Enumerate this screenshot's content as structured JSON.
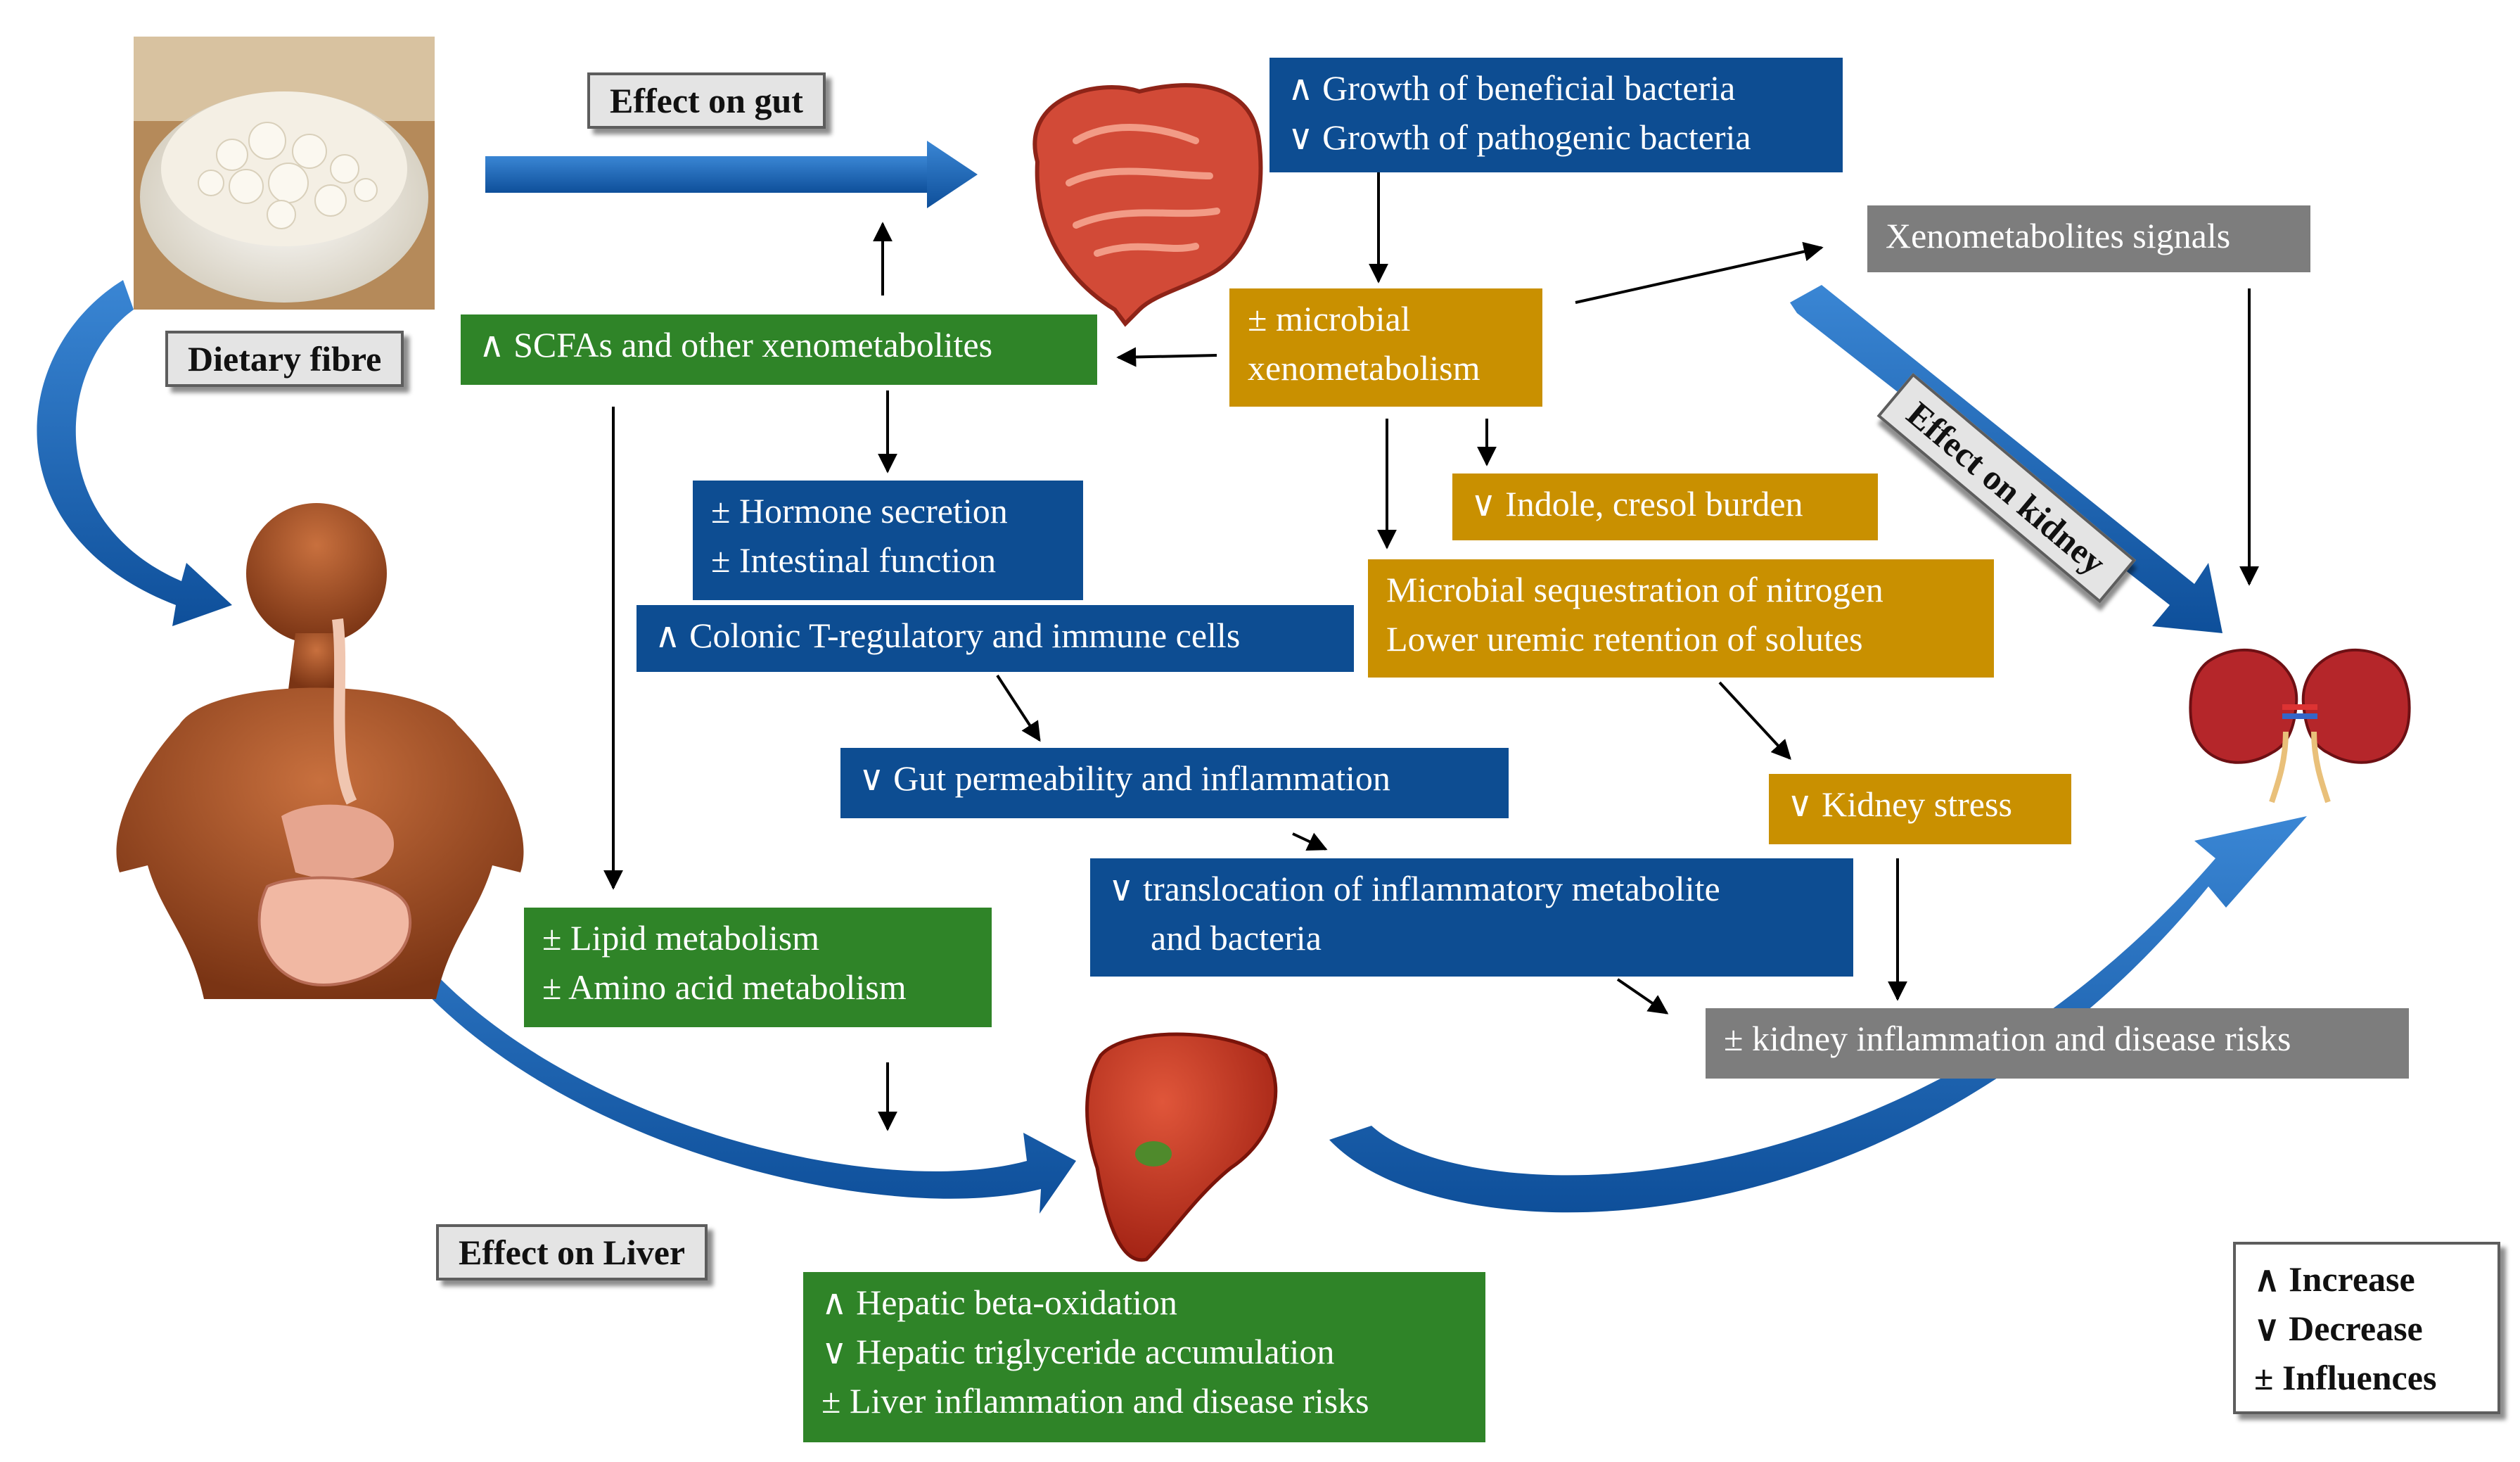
{
  "labels": {
    "dietary_fibre": "Dietary fibre",
    "effect_gut": "Effect on gut",
    "effect_kidney": "Effect on kidney",
    "effect_liver": "Effect on Liver"
  },
  "boxes": {
    "bacteria": [
      "∧ Growth of beneficial bacteria",
      "∨ Growth of pathogenic bacteria"
    ],
    "xeno_signals": "Xenometabolites signals",
    "microbial_xeno": [
      "± microbial",
      "xenometabolism"
    ],
    "scfas": "∧ SCFAs and other xenometabolites",
    "hormone": [
      "± Hormone secretion",
      "± Intestinal function"
    ],
    "indole": "∨ Indole, cresol burden",
    "colonic": "∧ Colonic T-regulatory and immune  cells",
    "nitrogen": [
      "Microbial sequestration of nitrogen",
      "Lower uremic retention of solutes"
    ],
    "gut_perm": "∨  Gut permeability and inflammation",
    "kidney_stress": "∨ Kidney stress",
    "translocation": [
      "∨ translocation of inflammatory  metabolite",
      "and bacteria"
    ],
    "lipid": [
      "± Lipid metabolism",
      "± Amino acid metabolism"
    ],
    "kidney_inflam": "± kidney inflammation  and disease risks",
    "hepatic": [
      "∧  Hepatic beta-oxidation",
      "∨ Hepatic triglyceride accumulation",
      "± Liver inflammation  and disease risks"
    ]
  },
  "legend": [
    "∧ Increase",
    "∨ Decrease",
    "± Influences"
  ],
  "colors": {
    "blue_box": "#0d4d92",
    "gold_box": "#c99000",
    "green_box": "#2f8428",
    "grey_box": "#7d7d7d",
    "flow_arrow": "#1a63b5"
  },
  "images": [
    "dietary-fibre-bowl",
    "intestine",
    "human-torso",
    "liver",
    "kidneys"
  ]
}
